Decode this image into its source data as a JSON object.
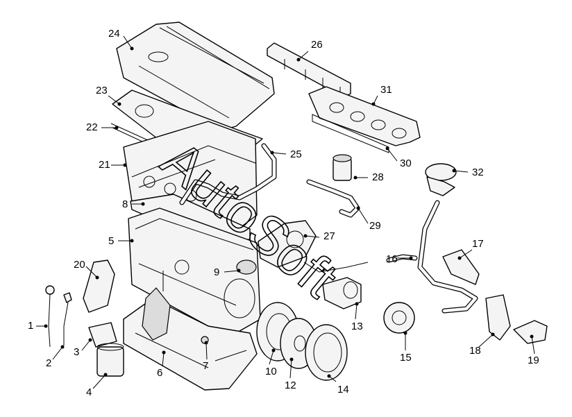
{
  "watermark": "AutoSoft",
  "callouts": [
    {
      "id": "1",
      "label": "1"
    },
    {
      "id": "2",
      "label": "2"
    },
    {
      "id": "3",
      "label": "3"
    },
    {
      "id": "4",
      "label": "4"
    },
    {
      "id": "5",
      "label": "5"
    },
    {
      "id": "6",
      "label": "6"
    },
    {
      "id": "7",
      "label": "7"
    },
    {
      "id": "8",
      "label": "8"
    },
    {
      "id": "9",
      "label": "9"
    },
    {
      "id": "10",
      "label": "10"
    },
    {
      "id": "12",
      "label": "12"
    },
    {
      "id": "13",
      "label": "13"
    },
    {
      "id": "14",
      "label": "14"
    },
    {
      "id": "15",
      "label": "15"
    },
    {
      "id": "16",
      "label": "16"
    },
    {
      "id": "17",
      "label": "17"
    },
    {
      "id": "18",
      "label": "18"
    },
    {
      "id": "19",
      "label": "19"
    },
    {
      "id": "20",
      "label": "20"
    },
    {
      "id": "21",
      "label": "21"
    },
    {
      "id": "22",
      "label": "22"
    },
    {
      "id": "23",
      "label": "23"
    },
    {
      "id": "24",
      "label": "24"
    },
    {
      "id": "25",
      "label": "25"
    },
    {
      "id": "26",
      "label": "26"
    },
    {
      "id": "27",
      "label": "27"
    },
    {
      "id": "28",
      "label": "28"
    },
    {
      "id": "29",
      "label": "29"
    },
    {
      "id": "30",
      "label": "30"
    },
    {
      "id": "31",
      "label": "31"
    },
    {
      "id": "32",
      "label": "32"
    }
  ]
}
